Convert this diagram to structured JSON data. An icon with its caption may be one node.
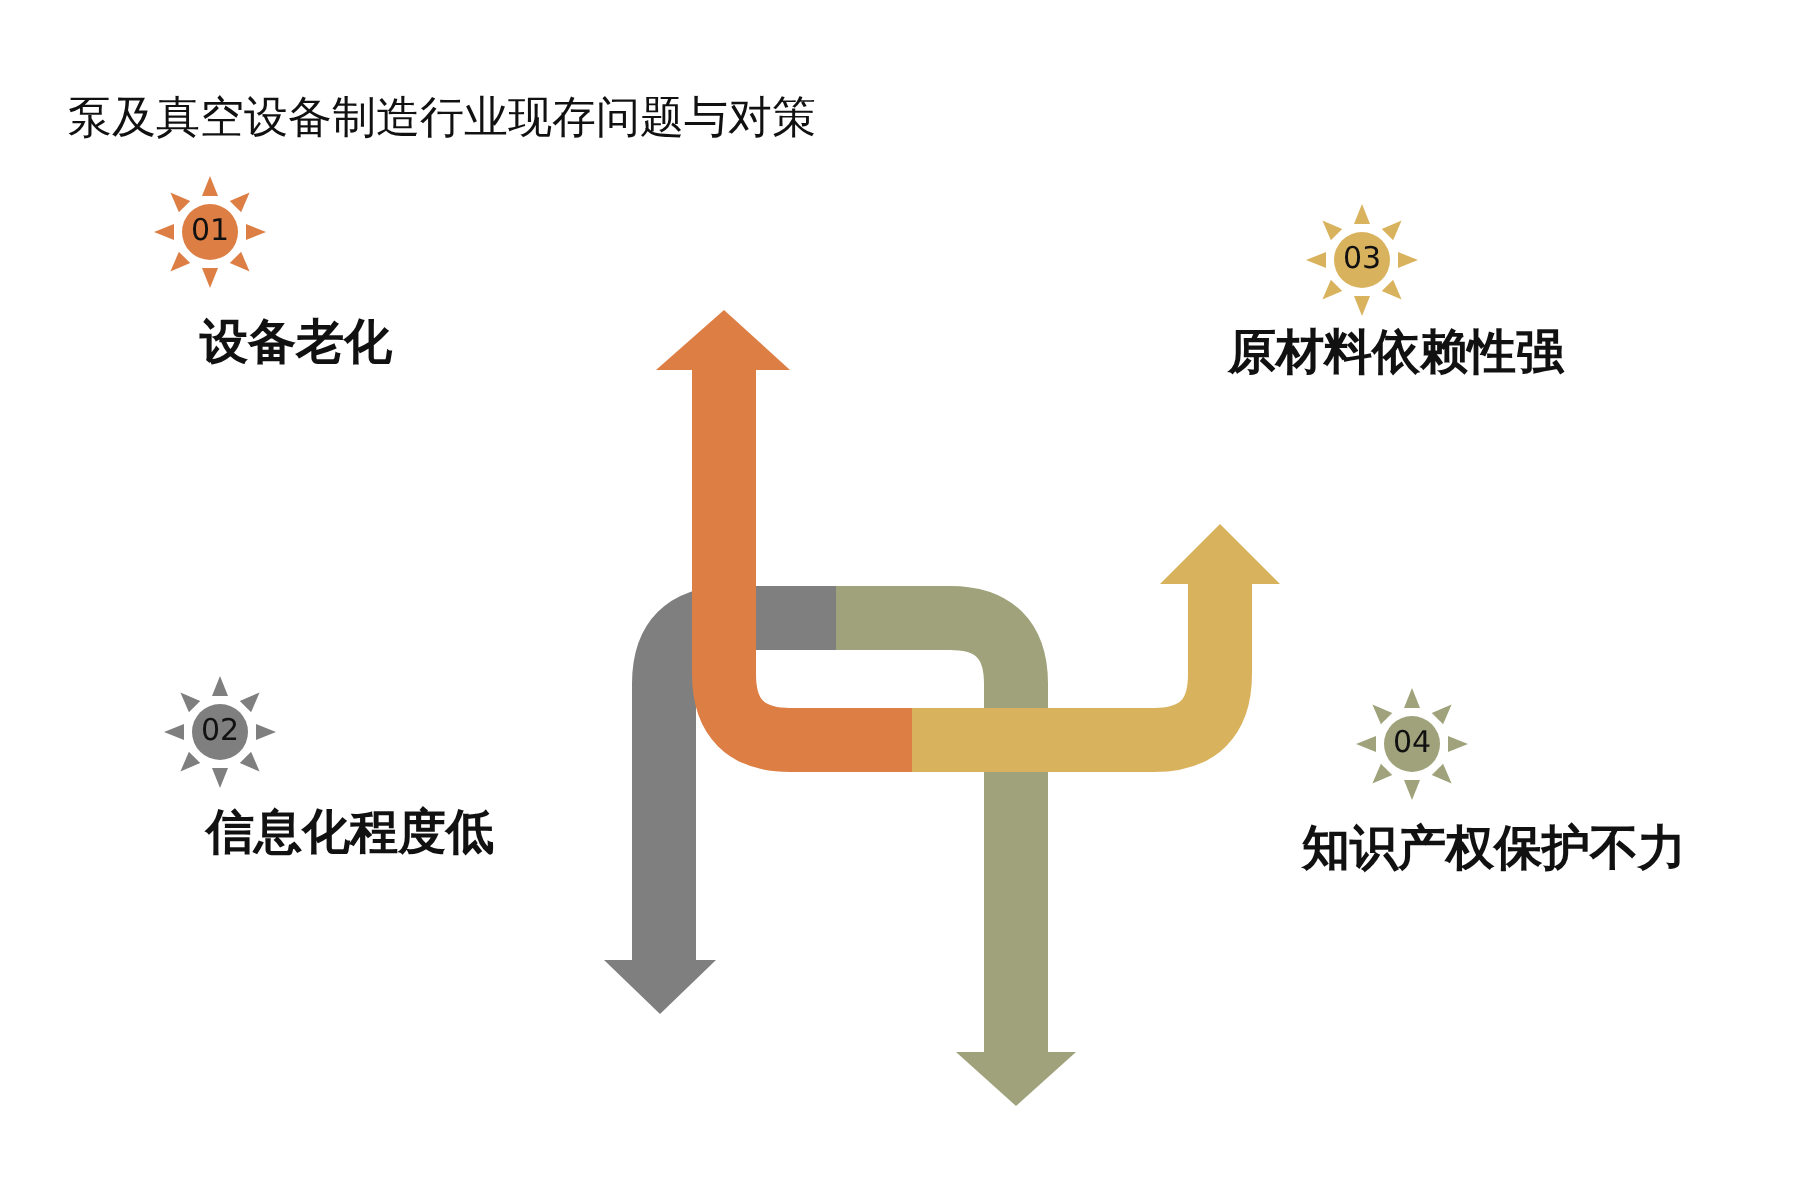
{
  "diagram": {
    "title": "泵及真空设备制造行业现存问题与对策",
    "nodes": [
      {
        "text": [
          "01"
        ],
        "beside": [
          "设备老化"
        ]
      },
      {
        "text": [
          "02"
        ],
        "beside": [
          "信息化程度低"
        ]
      },
      {
        "text": [
          "03"
        ],
        "beside": [
          "原材料依赖性强"
        ]
      },
      {
        "text": [
          "04"
        ],
        "beside": [
          "知识产权保护不力"
        ]
      }
    ]
  }
}
